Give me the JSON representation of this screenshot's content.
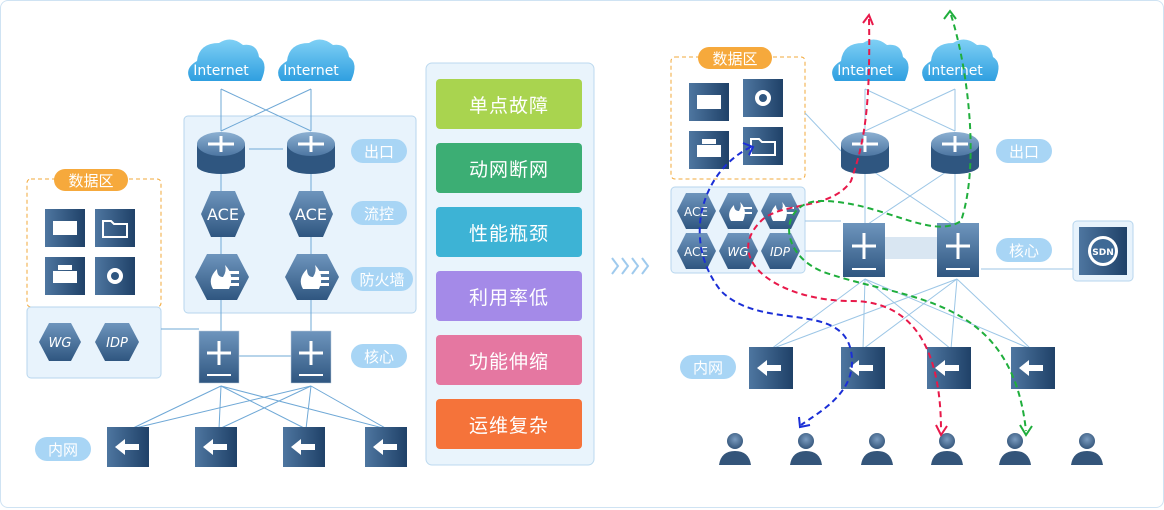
{
  "left": {
    "clouds": [
      "Internet",
      "Internet"
    ],
    "data_zone_label": "数据区",
    "ace": [
      "ACE",
      "ACE"
    ],
    "layer_labels": {
      "exit": "出口",
      "flow_control": "流控",
      "firewall": "防火墙",
      "core": "核心"
    },
    "intranet_label": "内网",
    "side_devices": [
      "WG",
      "IDP"
    ]
  },
  "issues": [
    {
      "label": "单点故障",
      "color": "#a9d44f"
    },
    {
      "label": "动网断网",
      "color": "#3cae74"
    },
    {
      "label": "性能瓶颈",
      "color": "#3db3d5"
    },
    {
      "label": "利用率低",
      "color": "#a48ae8"
    },
    {
      "label": "功能伸缩",
      "color": "#e577a1"
    },
    {
      "label": "运维复杂",
      "color": "#f5733a"
    }
  ],
  "right": {
    "clouds": [
      "Internet",
      "Internet"
    ],
    "data_zone_label": "数据区",
    "exit_label": "出口",
    "core_label": "核心",
    "intranet_label": "内网",
    "sdn_label": "SDN",
    "service_pool": [
      "ACE",
      "",
      "",
      "ACE",
      "WG",
      "IDP"
    ],
    "flow_colors": {
      "red": "#e8194a",
      "green": "#1fae3c",
      "blue": "#1b2fd6"
    }
  }
}
